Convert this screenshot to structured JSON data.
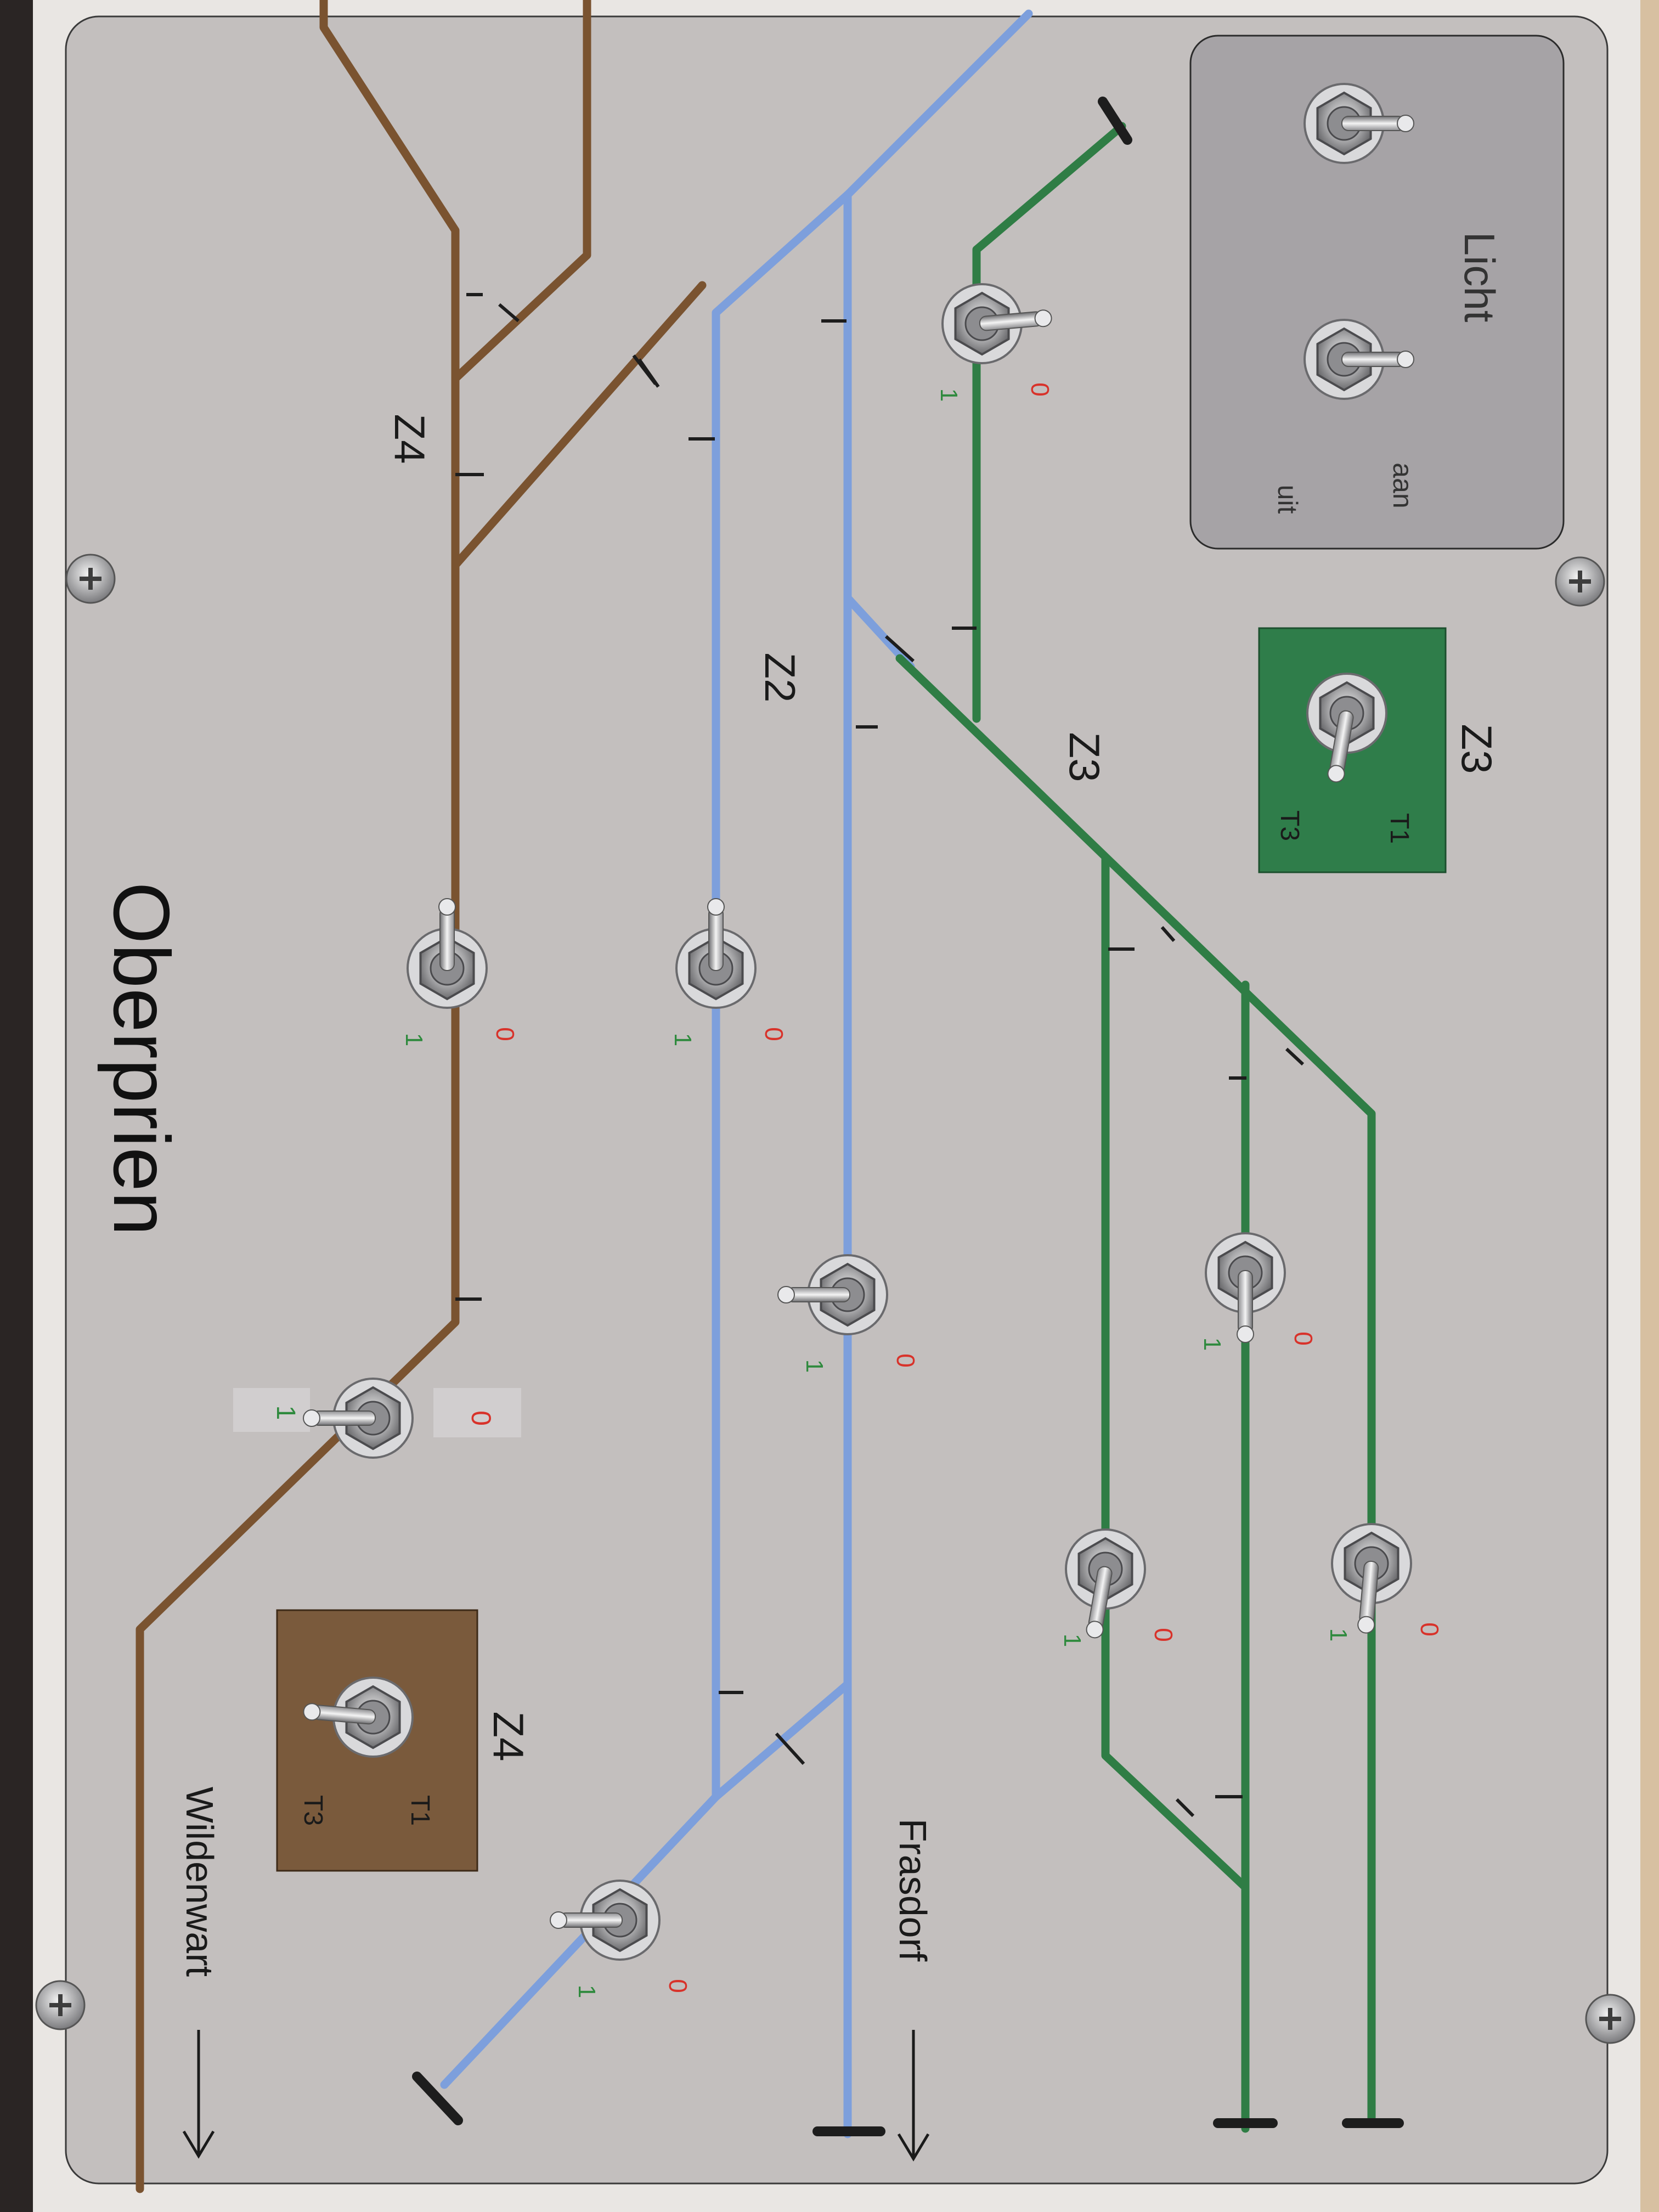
{
  "panel": {
    "station_name": "Oberprien",
    "destinations": {
      "wildenwart": "Wildenwart",
      "frasdorf": "Frasdorf"
    },
    "track_labels": {
      "z4": "Z4",
      "z2": "Z2",
      "z3": "Z3"
    },
    "light_box": {
      "title": "Licht",
      "on": "aan",
      "off": "uit"
    },
    "z3_box": {
      "title": "Z3",
      "t1": "T1",
      "t3": "T3"
    },
    "z4_box": {
      "title": "Z4",
      "t1": "T1",
      "t3": "T3"
    },
    "switch_zero": "0",
    "switch_one": "1"
  },
  "colors": {
    "panel": "#c3bfbe",
    "track_brown": "#7a5330",
    "track_blue": "#7d9fdc",
    "track_green": "#2f7d45",
    "light_box": "#a6a3a6",
    "z3_box": "#2f7d4a",
    "z4_box": "#7a5a3c"
  }
}
